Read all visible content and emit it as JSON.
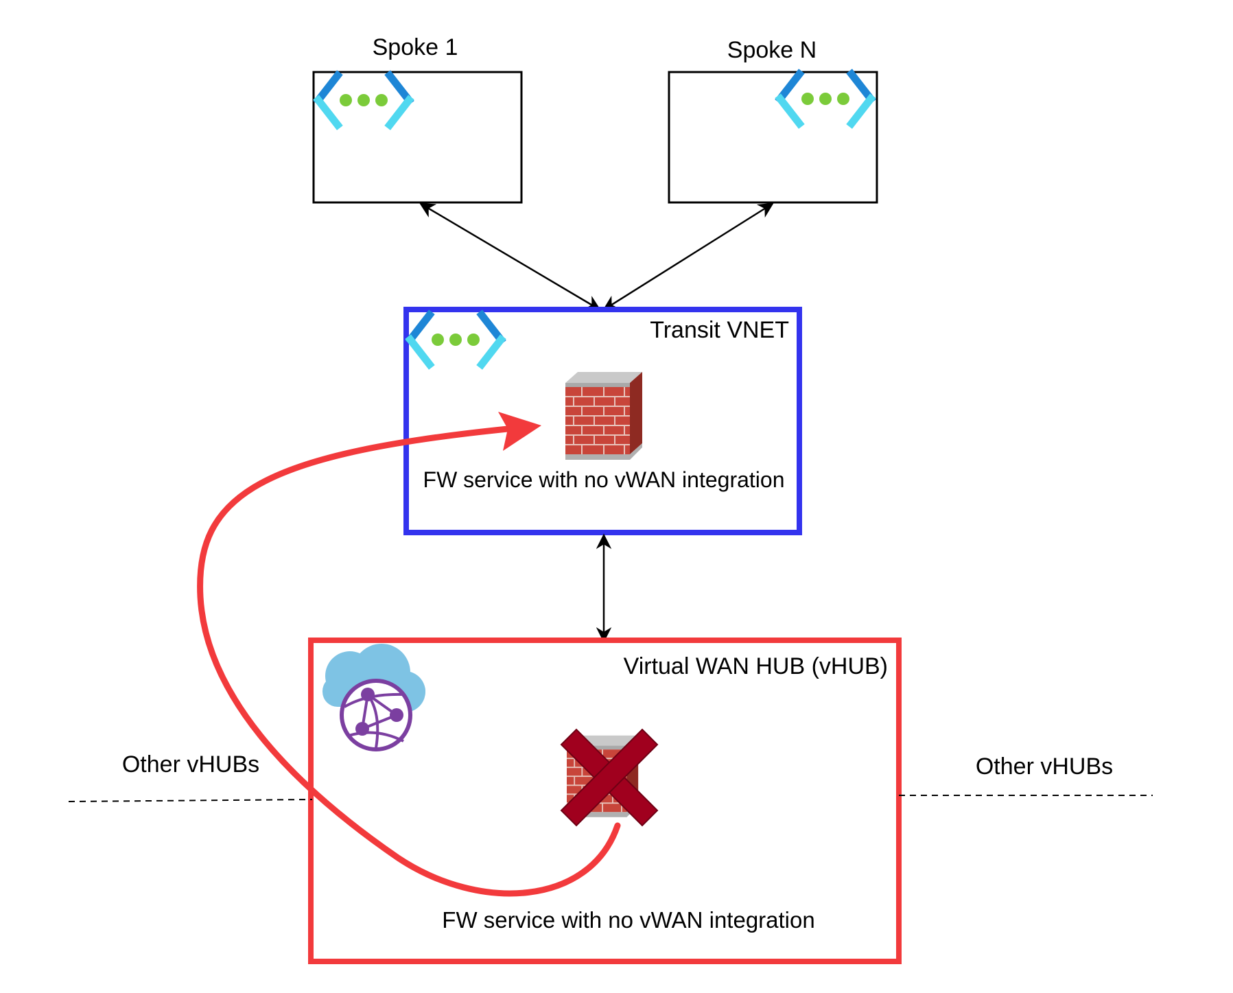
{
  "spoke1": {
    "label": "Spoke 1"
  },
  "spokeN": {
    "label": "Spoke N"
  },
  "transit": {
    "label": "Transit VNET",
    "fw_caption": "FW service with no vWAN integration",
    "border_color": "#3333EE"
  },
  "vhub": {
    "label": "Virtual WAN HUB (vHUB)",
    "fw_caption": "FW service with no vWAN integration",
    "border_color": "#F23A3C"
  },
  "other_vhubs_left": {
    "label": "Other vHUBs"
  },
  "other_vhubs_right": {
    "label": "Other vHUBs"
  },
  "icons": {
    "vnet": "vnet-icon",
    "firewall": "firewall-icon",
    "vwan": "virtual-wan-icon",
    "blocked": "red-x-icon"
  },
  "colors": {
    "blocked_flow": "#F23A3C",
    "blocked_x": "#A0001E",
    "vwan_purple": "#7B3FA0",
    "vwan_cloud": "#7EC3E4"
  }
}
